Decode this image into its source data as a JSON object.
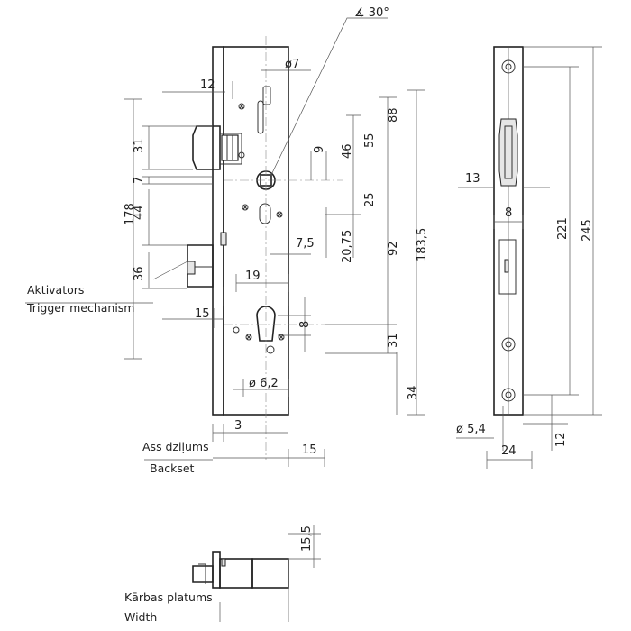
{
  "labels": {
    "activators_lv": "Aktivators",
    "activators_en": "Trigger mechanism",
    "backset_lv": "Ass dziļums",
    "backset_en": "Backset",
    "width_lv": "Kārbas platums",
    "width_en": "Width"
  },
  "dimensions": {
    "angle": "∡ 30°",
    "d7": "ø7",
    "d12": "12",
    "d88": "88",
    "d31_top": "31",
    "d9": "9",
    "d46": "46",
    "d55": "55",
    "d7_side": "7",
    "d178": "178",
    "d44": "44",
    "d25": "25",
    "d92": "92",
    "d183_5": "183,5",
    "d7_5": "7,5",
    "d20_75": "20,75",
    "d36": "36",
    "d19": "19",
    "d15_left": "15",
    "d8_cyl": "8",
    "d31_low": "31",
    "d6_2": "ø 6,2",
    "d34": "34",
    "d3": "3",
    "d15_bottom": "15",
    "d13": "13",
    "d8_face": "8",
    "d221": "221",
    "d245": "245",
    "d5_4": "ø 5,4",
    "d24": "24",
    "d12_face": "12",
    "d15_5": "15,5"
  }
}
